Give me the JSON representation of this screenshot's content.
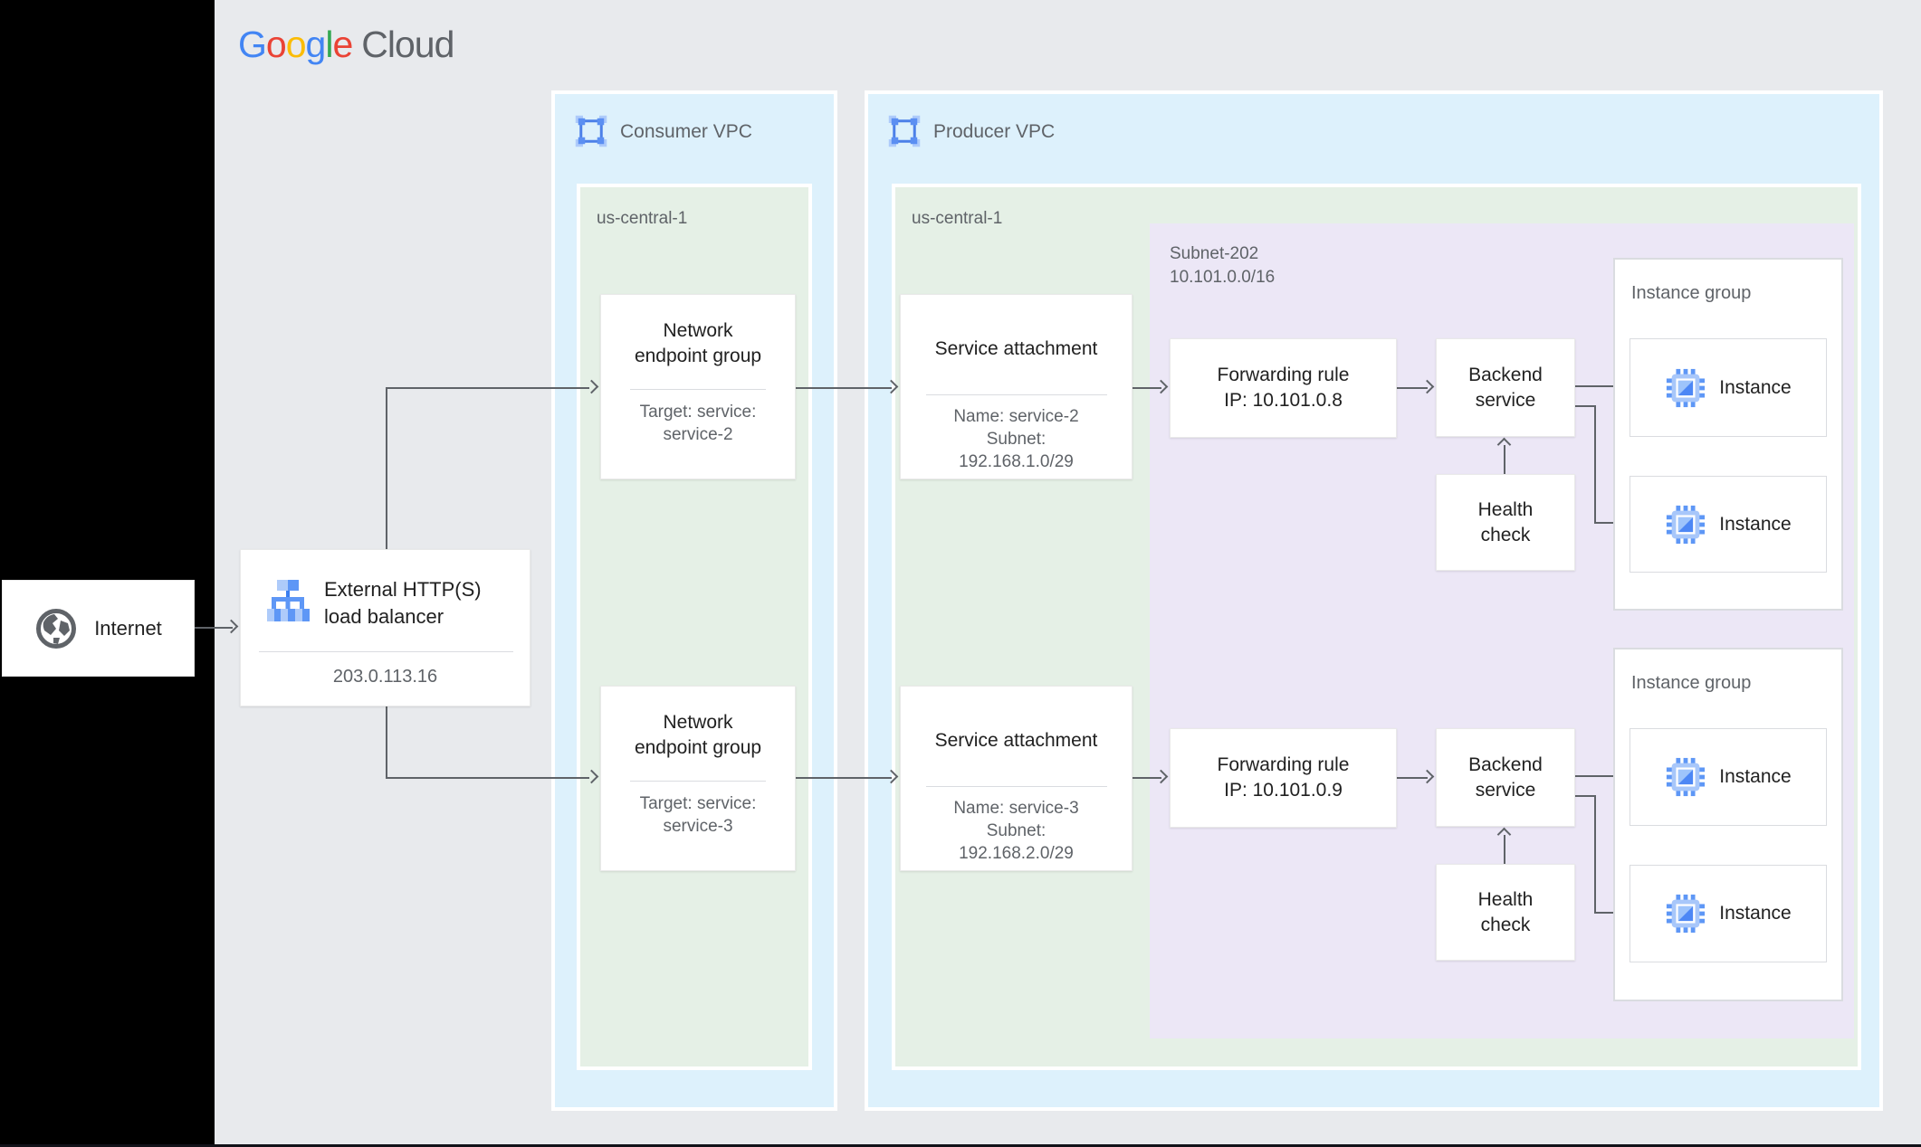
{
  "colors": {
    "canvas": "#e8eaed",
    "vpc_fill": "#ddf1fc",
    "region_fill": "#e5f0e6",
    "subnet_fill": "#ece7f6",
    "node_fill": "#ffffff",
    "text_dark": "#212121",
    "text_gray": "#5f6368",
    "connector": "#5f6368",
    "brand_blue": "#4285F4",
    "brand_red": "#EA4335",
    "brand_yellow": "#FBBC05",
    "brand_green": "#34A853",
    "icon_blue_light": "#aecbfa",
    "icon_blue_medium": "#5e97f6"
  },
  "logo": {
    "google_letters": [
      "G",
      "o",
      "o",
      "g",
      "l",
      "e"
    ],
    "cloud": "Cloud"
  },
  "internet": {
    "label": "Internet"
  },
  "load_balancer": {
    "title_line1": "External HTTP(S)",
    "title_line2": "load balancer",
    "ip": "203.0.113.16"
  },
  "consumer_vpc": {
    "label": "Consumer VPC",
    "region": {
      "label": "us-central-1"
    },
    "negs": [
      {
        "title_line1": "Network",
        "title_line2": "endpoint group",
        "target_line1": "Target: service:",
        "target_line2": "service-2"
      },
      {
        "title_line1": "Network",
        "title_line2": "endpoint group",
        "target_line1": "Target: service:",
        "target_line2": "service-3"
      }
    ]
  },
  "producer_vpc": {
    "label": "Producer VPC",
    "region": {
      "label": "us-central-1"
    },
    "subnet": {
      "name": "Subnet-202",
      "cidr": "10.101.0.0/16"
    },
    "service_attachments": [
      {
        "title": "Service attachment",
        "name": "Name: service-2",
        "subnet_label": "Subnet:",
        "subnet_cidr": "192.168.1.0/29"
      },
      {
        "title": "Service attachment",
        "name": "Name: service-3",
        "subnet_label": "Subnet:",
        "subnet_cidr": "192.168.2.0/29"
      }
    ],
    "flows": [
      {
        "forwarding_rule_line1": "Forwarding rule",
        "forwarding_rule_line2": "IP: 10.101.0.8",
        "backend_service_line1": "Backend",
        "backend_service_line2": "service",
        "health_check_line1": "Health",
        "health_check_line2": "check",
        "instance_group_label": "Instance group",
        "instances": [
          "Instance",
          "Instance"
        ]
      },
      {
        "forwarding_rule_line1": "Forwarding rule",
        "forwarding_rule_line2": "IP: 10.101.0.9",
        "backend_service_line1": "Backend",
        "backend_service_line2": "service",
        "health_check_line1": "Health",
        "health_check_line2": "check",
        "instance_group_label": "Instance group",
        "instances": [
          "Instance",
          "Instance"
        ]
      }
    ]
  }
}
